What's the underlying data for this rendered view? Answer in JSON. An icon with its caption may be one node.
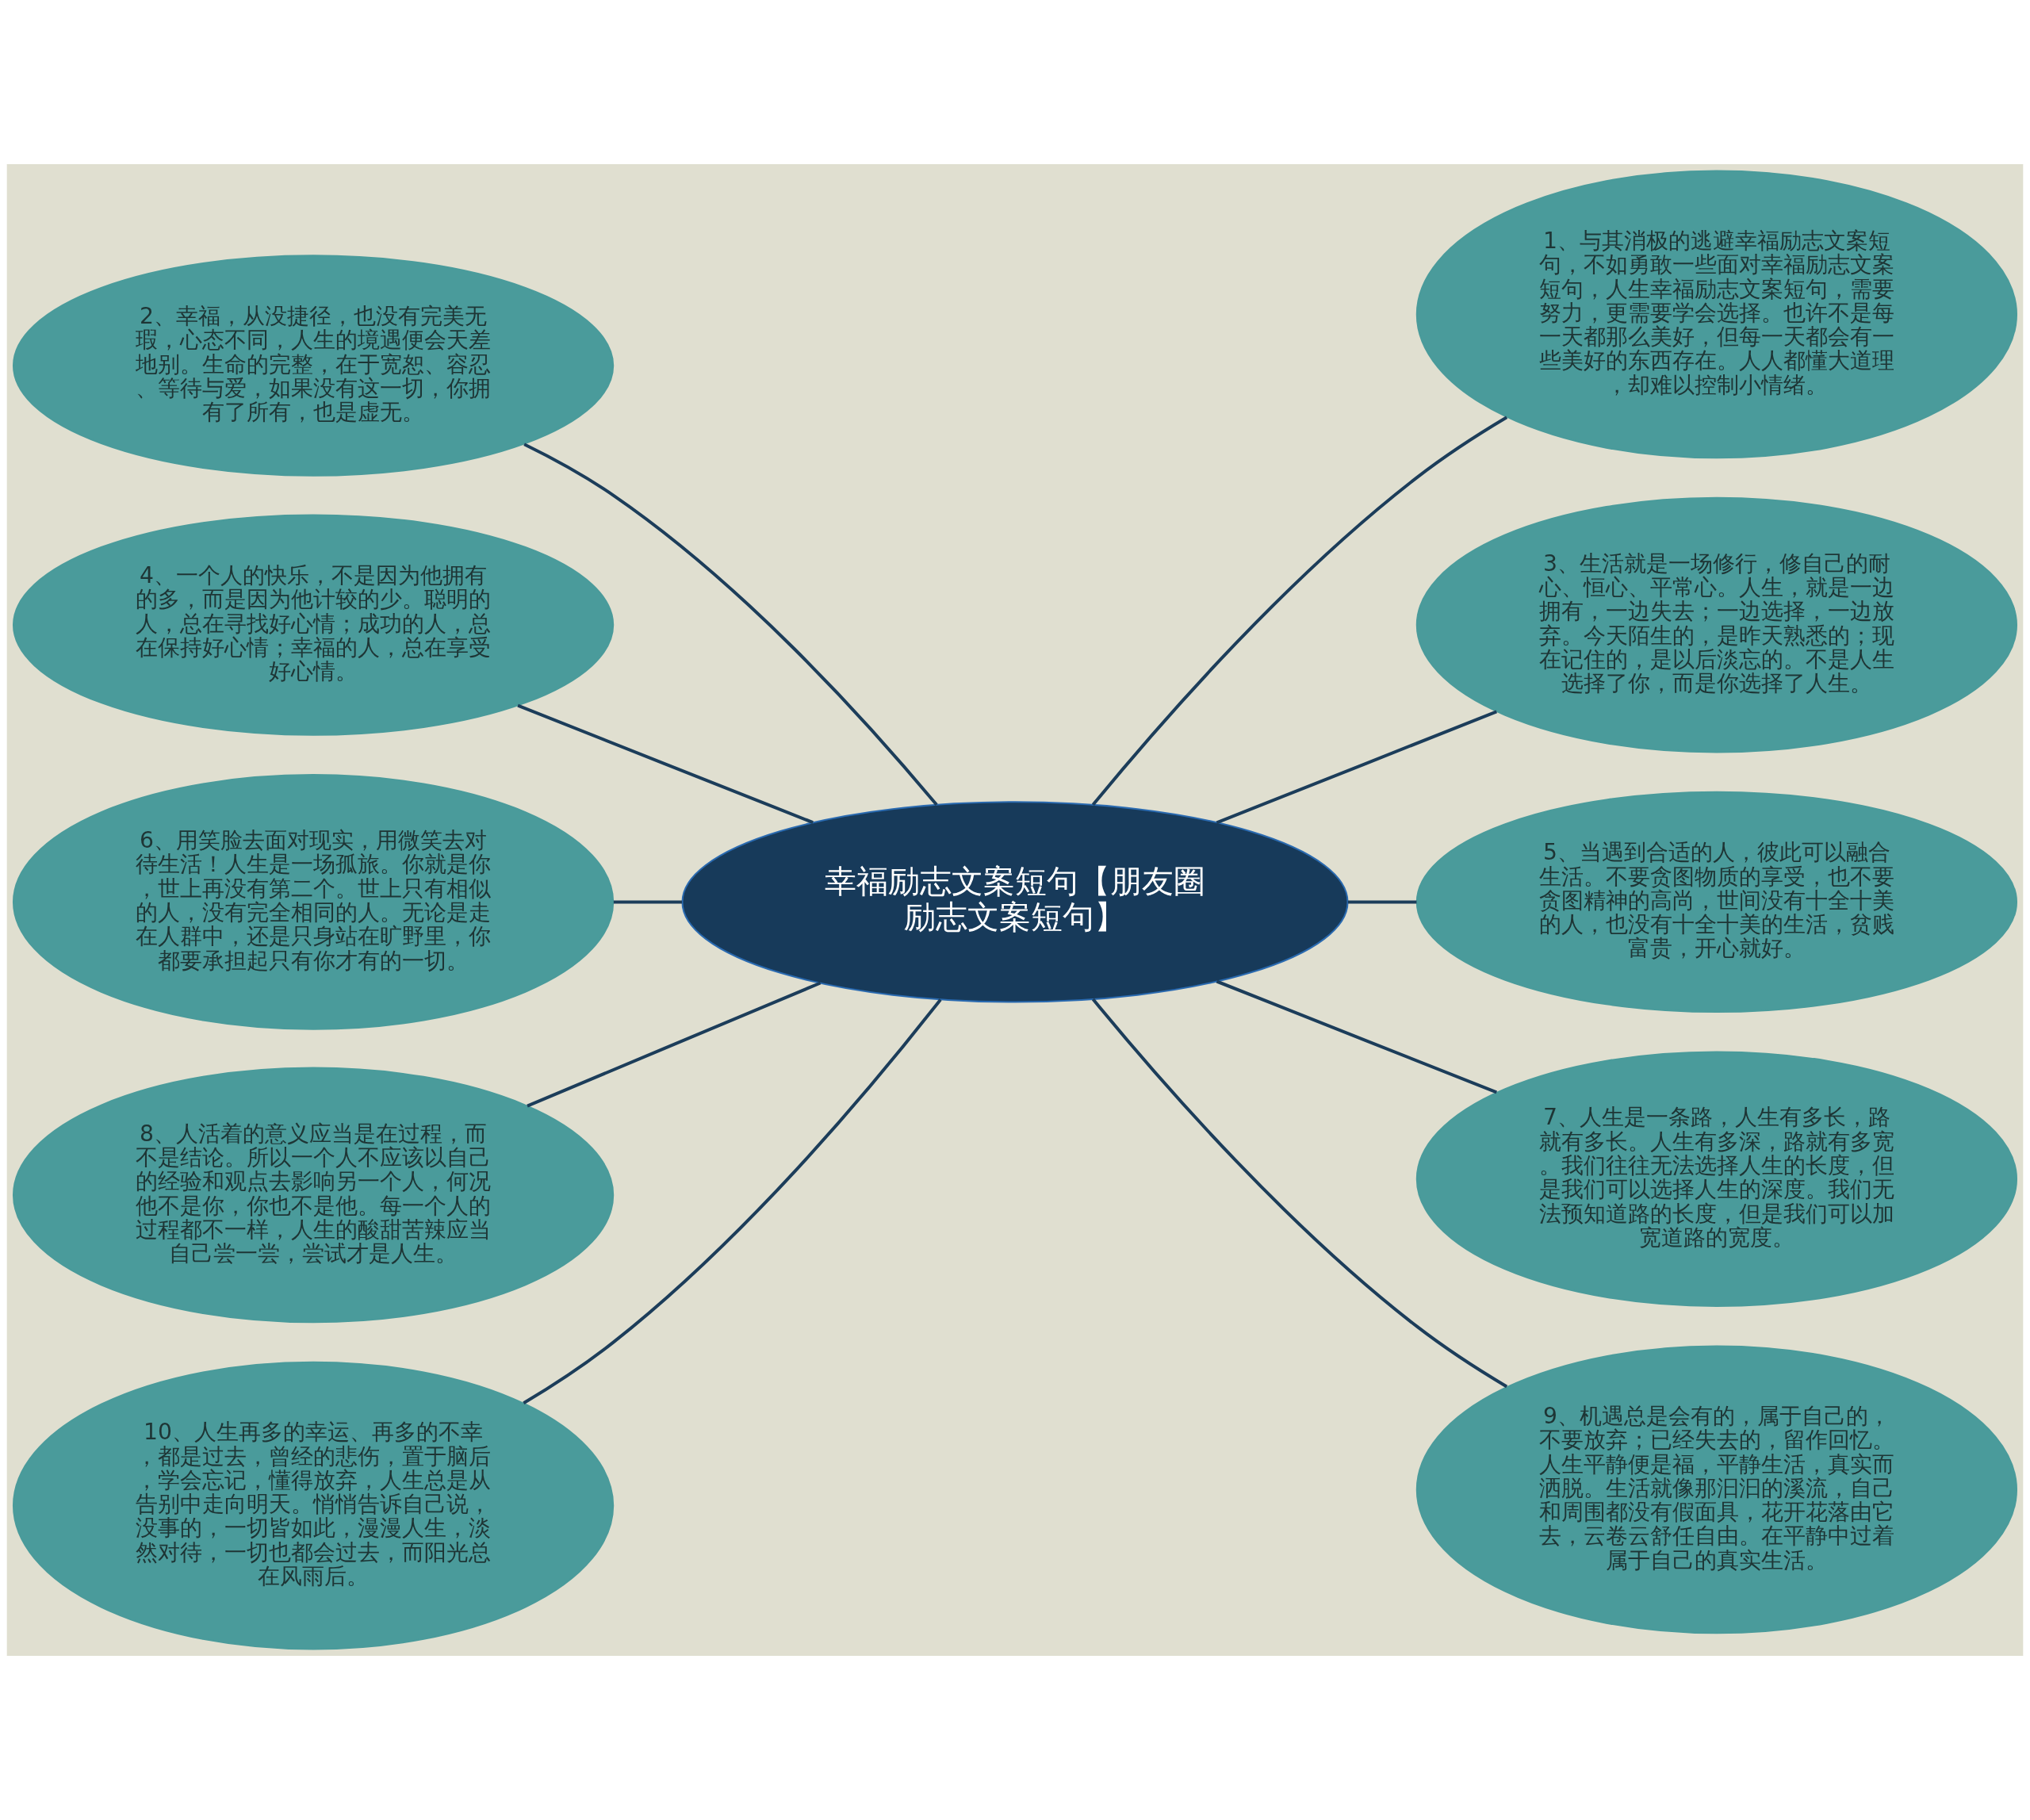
{
  "diagram": {
    "nodes": [
      {
        "text": [
          "幸福励志文案短句【朋友圈励志文案短句】"
        ]
      },
      {
        "text": [
          "1、与其消极的逃避幸福励志文案短句，不如勇敢一些面对幸福励志文案短句，人生幸福励志文案短句，需要努力，更需要学会选择。也许不是每一天都那么美好，但每一天都会有一些美好的东西存在。人人都懂大道理，却难以控制小情绪。"
        ]
      },
      {
        "text": [
          "2、幸福，从没捷径，也没有完美无瑕，心态不同，人生的境遇便会天差地别。生命的完整，在于宽恕、容忍、等待与爱，如果没有这一切，你拥有了所有，也是虚无。"
        ]
      },
      {
        "text": [
          "3、生活就是一场修行，修自己的耐心、恒心、平常心。人生，就是一边拥有，一边失去；一边选择，一边放弃。今天陌生的，是昨天熟悉的；现在记住的，是以后淡忘的。不是人生选择了你，而是你选择了人生。"
        ]
      },
      {
        "text": [
          "4、一个人的快乐，不是因为他拥有的多，而是因为他计较的少。聪明的人，总在寻找好心情；成功的人，总在保持好心情；幸福的人，总在享受好心情。"
        ]
      },
      {
        "text": [
          "5、当遇到合适的人，彼此可以融合生活。不要贪图物质的享受，也不要贪图精神的高尚，世间没有十全十美的人，也没有十全十美的生活，贫贱富贵，开心就好。"
        ]
      },
      {
        "text": [
          "6、用笑脸去面对现实，用微笑去对待生活！人生是一场孤旅。你就是你，世上再没有第二个。世上只有相似的人，没有完全相同的人。无论是走在人群中，还是只身站在旷野里，你都要承担起只有你才有的一切。"
        ]
      },
      {
        "text": [
          "7、人生是一条路，人生有多长，路就有多长。人生有多深，路就有多宽。我们往往无法选择人生的长度，但是我们可以选择人生的深度。我们无法预知道路的长度，但是我们可以加宽道路的宽度。"
        ]
      },
      {
        "text": [
          "8、人活着的意义应当是在过程，而不是结论。所以一个人不应该以自己的经验和观点去影响另一个人，何况他不是你，你也不是他。每一个人的过程都不一样，人生的酸甜苦辣应当自己尝一尝，尝试才是人生。"
        ]
      },
      {
        "text": [
          "9、机遇总是会有的，属于自己的，不要放弃；已经失去的，留作回忆。人生平静便是福，平静生活，真实而洒脱。生活就像那汩汩的溪流，自己和周围都没有假面具，花开花落由它去，云卷云舒任自由。在平静中过着属于自己的真实生活。"
        ]
      },
      {
        "text": [
          "10、人生再多的幸运、再多的不幸，都是过去，曾经的悲伤，置于脑后，学会忘记，懂得放弃，人生总是从告别中走向明天。悄悄告诉自己说，没事的，一切皆如此，漫漫人生，淡然对待，一切也都会过去，而阳光总在风雨后。"
        ]
      }
    ],
    "edges": [
      {
        "from": 0,
        "to": 1,
        "arrow": "none"
      },
      {
        "from": 0,
        "to": 2,
        "arrow": "none"
      },
      {
        "from": 0,
        "to": 3,
        "arrow": "none"
      },
      {
        "from": 0,
        "to": 4,
        "arrow": "none"
      },
      {
        "from": 0,
        "to": 5,
        "arrow": "none"
      },
      {
        "from": 0,
        "to": 6,
        "arrow": "none"
      },
      {
        "from": 0,
        "to": 7,
        "arrow": "none"
      },
      {
        "from": 0,
        "to": 8,
        "arrow": "none"
      },
      {
        "from": 0,
        "to": 9,
        "arrow": "none"
      },
      {
        "from": 0,
        "to": 10,
        "arrow": "none"
      }
    ]
  }
}
